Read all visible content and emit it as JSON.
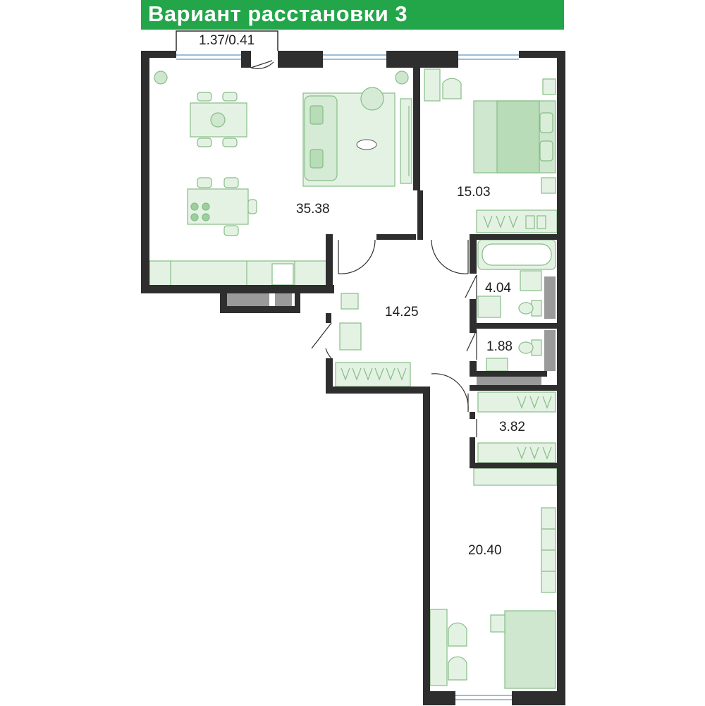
{
  "header": {
    "title": "Вариант расстановки 3",
    "accent_color": "#23a54a"
  },
  "colors": {
    "wall": "#2e2e2e",
    "furniture_fill": "#e4f2e4",
    "furniture_stroke": "#86bd86",
    "accent_green": "#7cc27c"
  },
  "rooms": {
    "living_kitchen": {
      "area": "35.38"
    },
    "bedroom": {
      "area": "15.03"
    },
    "bathroom": {
      "area": "4.04"
    },
    "hallway": {
      "area": "14.25"
    },
    "toilet": {
      "area": "1.88"
    },
    "wardrobe": {
      "area": "3.82"
    },
    "second_room": {
      "area": "20.40"
    },
    "balcony": {
      "area": "1.37/0.41"
    }
  }
}
